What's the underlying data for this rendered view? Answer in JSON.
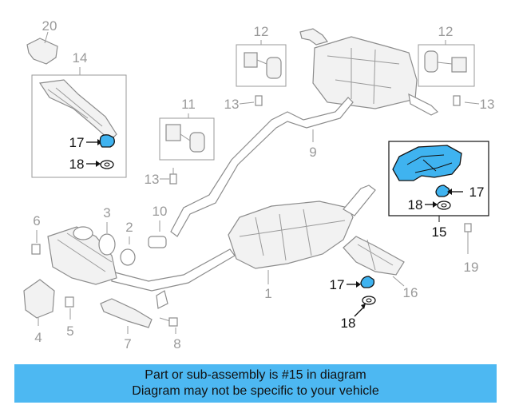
{
  "diagram": {
    "labels": {
      "p20": "20",
      "p14": "14",
      "p17a": "17",
      "p18a": "18",
      "p13a": "13",
      "p12a": "12",
      "p13b": "13",
      "p11": "11",
      "p9": "9",
      "p12b": "12",
      "p13c": "13",
      "p6": "6",
      "p3": "3",
      "p2": "2",
      "p10": "10",
      "p4": "4",
      "p5": "5",
      "p7": "7",
      "p8": "8",
      "p1": "1",
      "p16": "16",
      "p17b": "17",
      "p18b": "18",
      "p17c": "17",
      "p18c": "18",
      "p15": "15",
      "p19": "19"
    },
    "highlight_color": "#3fb3f0"
  },
  "banner": {
    "line1": "Part or sub-assembly is #15 in diagram",
    "line2": "Diagram may not be specific to your vehicle",
    "color": "#4db8f2"
  }
}
